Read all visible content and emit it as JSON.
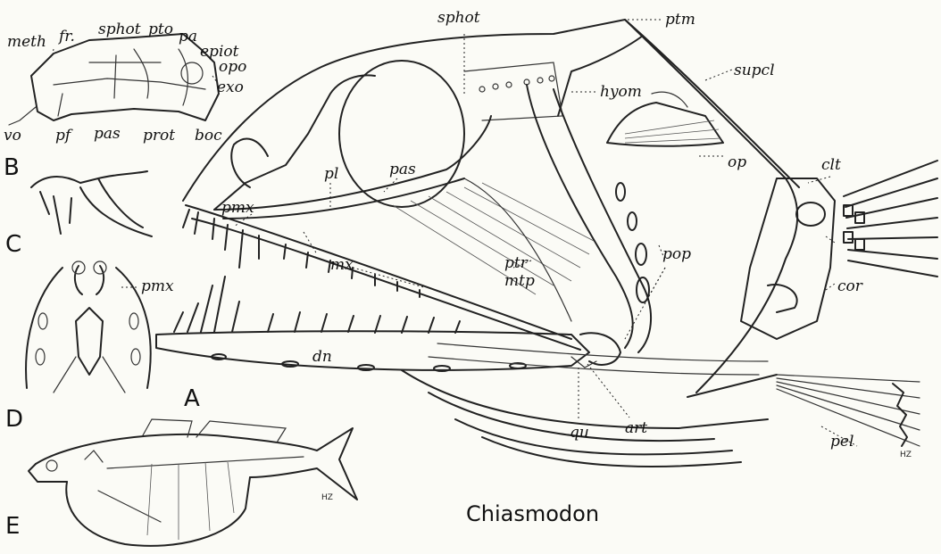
{
  "figure": {
    "title": "Chiasmodon",
    "panels": [
      "A",
      "B",
      "C",
      "D",
      "E"
    ],
    "signature": "HZ"
  },
  "labels": {
    "meth": "meth",
    "fr": "fr.",
    "sphot_b": "sphot",
    "pto": "pto",
    "pa": "pa",
    "epiot": "epiot",
    "opo": "opo",
    "exo": "exo",
    "vo": "vo",
    "pf": "pf",
    "pas_b": "pas",
    "prot": "prot",
    "boc": "boc",
    "sphot": "sphot",
    "ptm": "ptm",
    "hyom": "hyom",
    "supcl": "supcl",
    "pl": "pl",
    "pas": "pas",
    "op": "op",
    "clt": "clt",
    "pmx_a": "pmx",
    "pop": "pop",
    "ptr": "ptr",
    "mtp": "mtp",
    "mx": "mx",
    "cor": "cor",
    "dn": "dn",
    "qu": "qu",
    "art": "art",
    "pel": "pel",
    "pmx_d": "pmx"
  }
}
